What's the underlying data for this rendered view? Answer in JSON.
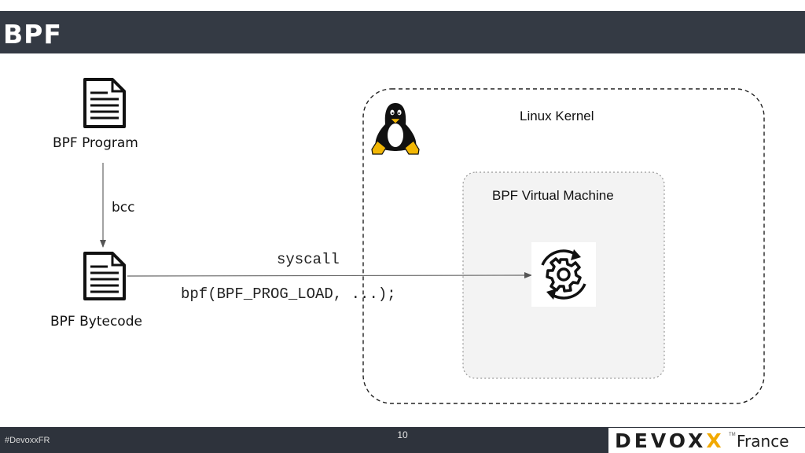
{
  "slide": {
    "title": "BPF",
    "hashtag": "#DevoxxFR",
    "page_number": "10",
    "logo": {
      "devox": "DEVOX",
      "x": "X",
      "tm": "TM",
      "france": "France"
    }
  },
  "diagram": {
    "bpf_program_label": "BPF Program",
    "bcc_label": "bcc",
    "bpf_bytecode_label": "BPF Bytecode",
    "linux_kernel_label": "Linux Kernel",
    "bpf_vm_label": "BPF Virtual Machine",
    "syscall_label": "syscall",
    "syscall_call": "bpf(BPF_PROG_LOAD, ...);"
  },
  "icons": [
    "document-icon",
    "tux-penguin-icon",
    "gear-cycle-icon"
  ],
  "colors": {
    "header_bg": "#343a44",
    "footer_bg": "#2e333c",
    "vm_box_bg": "#f3f3f3",
    "logo_accent": "#f2a900"
  }
}
